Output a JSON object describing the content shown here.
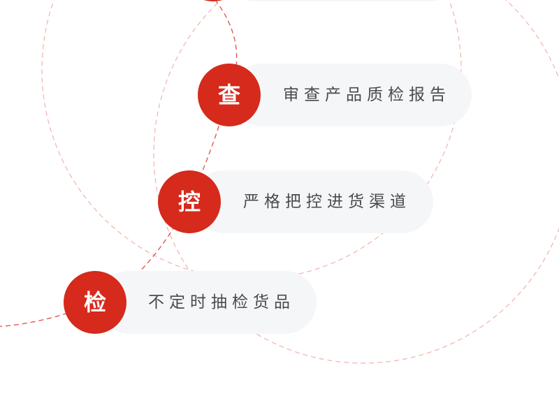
{
  "colors": {
    "accent": "#d52a1c",
    "pill_background": "#f5f6f8",
    "text": "#4a4a4a",
    "dashed_arc": "#e88a80"
  },
  "steps": [
    {
      "badge": "查",
      "text": "审查产品质检报告"
    },
    {
      "badge": "控",
      "text": "严格把控进货渠道"
    },
    {
      "badge": "检",
      "text": "不定时抽检货品"
    }
  ]
}
